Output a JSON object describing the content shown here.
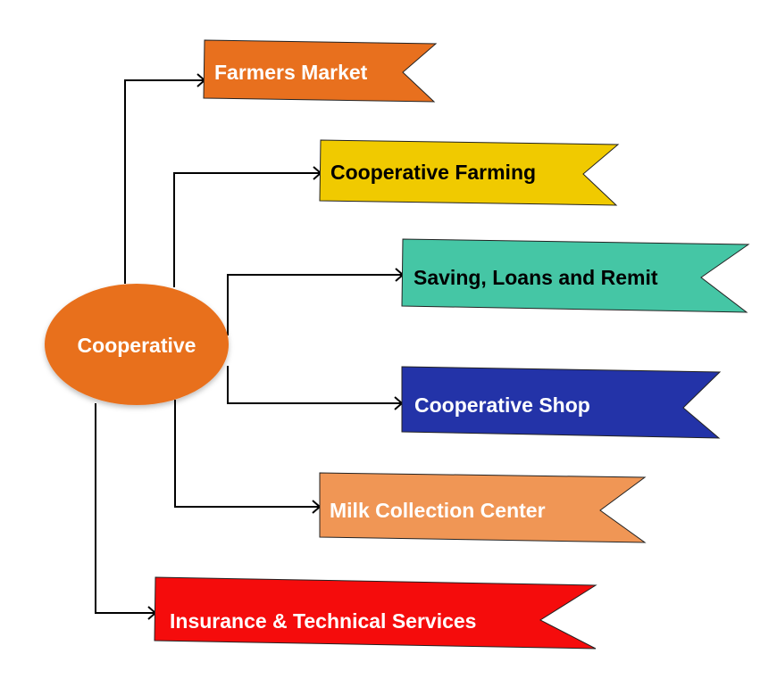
{
  "center": {
    "label": "Cooperative",
    "color": "#E8701E"
  },
  "branches": [
    {
      "label": "Farmers Market",
      "fill": "#E8701E",
      "text_color": "#FFFFFF"
    },
    {
      "label": "Cooperative Farming",
      "fill": "#F0CA00",
      "text_color": "#000000"
    },
    {
      "label": "Saving, Loans and Remit",
      "fill": "#45C6A5",
      "text_color": "#000000"
    },
    {
      "label": "Cooperative Shop",
      "fill": "#2333A8",
      "text_color": "#FFFFFF"
    },
    {
      "label": "Milk Collection Center",
      "fill": "#F09655",
      "text_color": "#FFFFFF"
    },
    {
      "label": "Insurance & Technical Services",
      "fill": "#F50C0C",
      "text_color": "#FFFFFF"
    }
  ]
}
